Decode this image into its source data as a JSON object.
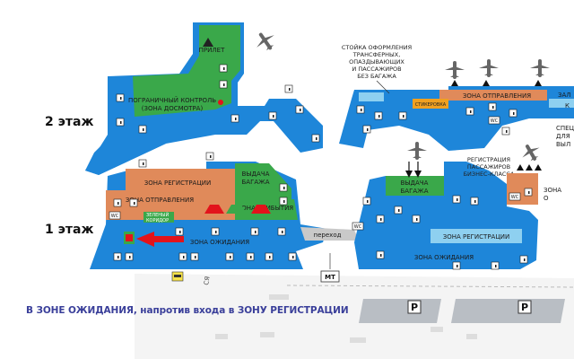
{
  "floors": {
    "second": "2 этаж",
    "first": "1 этаж"
  },
  "zones": {
    "arrival_top": "ПРИЛЕТ",
    "border_control_1": "ПОГРАНИЧНЫЙ КОНТРОЛЬ",
    "border_control_2": "(ЗОНА ДОСМОТРА)",
    "registration_left": "ЗОНА РЕГИСТРАЦИИ",
    "departure_left": "ЗОНА ОТПРАВЛЕНИЯ",
    "green_corridor_1": "ЗЕЛЕНЫЙ",
    "green_corridor_2": "КОРИДОР",
    "baggage_claim_left_1": "ВЫДАЧА",
    "baggage_claim_left_2": "БАГАЖА",
    "arrival_zone_left": "ЗОНА ПРИБЫТИЯ",
    "waiting_left": "ЗОНА ОЖИДАНИЯ",
    "passage": "переход",
    "baggage_claim_right_1": "ВЫДАЧА",
    "baggage_claim_right_2": "БАГАЖА",
    "registration_right": "ЗОНА РЕГИСТРАЦИИ",
    "waiting_right": "ЗОНА ОЖИДАНИЯ",
    "departure_right": "ЗОНА ОТПРАВЛЕНИЯ",
    "hall_cut": "ЗАЛ",
    "hall_cut_2": "К",
    "special_cut": "СПЕЦ",
    "special_cut_2": "ДЛЯ",
    "special_cut_3": "ВЫЛ",
    "zone_cut": "ЗОНА",
    "zone_cut_2": "О",
    "sticker": "СТИКЕРОВКА"
  },
  "notes": {
    "transfer_1": "СТОЙКА ОФОРМЛЕНИЯ",
    "transfer_2": "ТРАНСФЕРНЫХ,",
    "transfer_3": "ОПАЗДЫВАЮЩИХ",
    "transfer_4": "И ПАССАЖИРОВ",
    "transfer_5": "БЕЗ БАГАЖА",
    "business_1": "РЕГИСТРАЦИЯ",
    "business_2": "ПАССАЖИРОВ",
    "business_3": "БИЗНЕС-КЛАССА"
  },
  "icons": {
    "metro": "МТ",
    "parking_1": "P",
    "parking_2": "P",
    "wc": "WC",
    "street_cut": "СЯ"
  },
  "caption": "В ЗОНЕ ОЖИДАНИЯ, напротив входа в ЗОНУ РЕГИСТРАЦИИ",
  "colors": {
    "waiting_blue": "#1e86d9",
    "green": "#3aa84a",
    "orange": "#e08a5a",
    "light_blue": "#8ed0f0",
    "marker_red": "#e3131b",
    "caption": "#3a3f9a"
  }
}
